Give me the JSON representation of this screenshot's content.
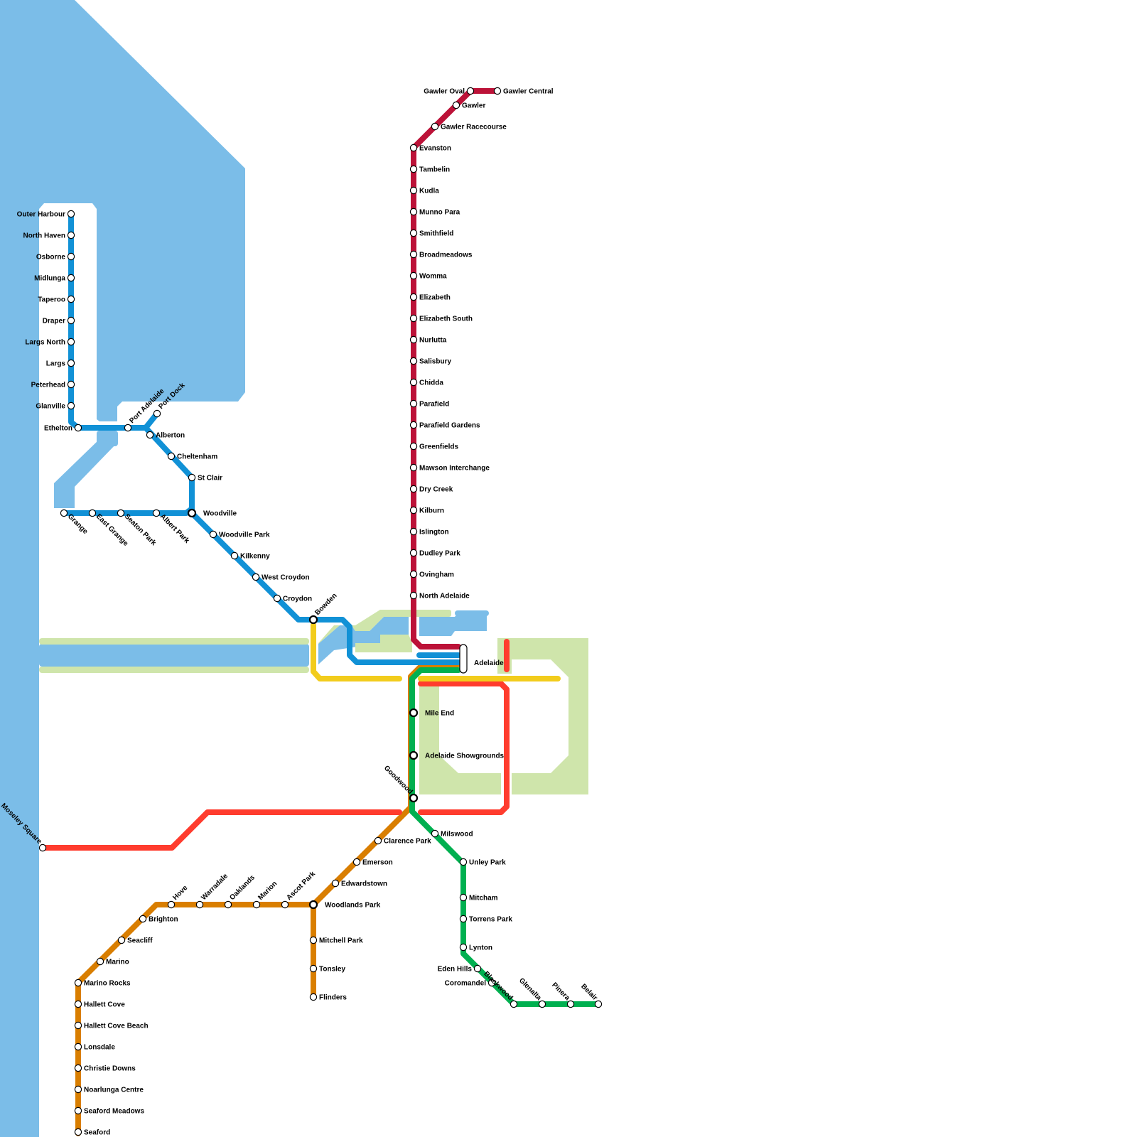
{
  "colors": {
    "water": "#7bbde8",
    "parkland": "#cfe5ab",
    "outer_harbor_grange_line": "#1191d6",
    "gawler_line": "#bc1238",
    "seaford_flinders_line": "#d97e00",
    "belair_line": "#00b050",
    "tram_glenelg": "#ff3c2e",
    "tram_city": "#f2cc1c"
  },
  "stations": {
    "gawler_central": "Gawler Central",
    "gawler_oval": "Gawler Oval",
    "gawler": "Gawler",
    "gawler_racecourse": "Gawler Racecourse",
    "evanston": "Evanston",
    "tambelin": "Tambelin",
    "kudla": "Kudla",
    "munno_para": "Munno Para",
    "smithfield": "Smithfield",
    "broadmeadows": "Broadmeadows",
    "womma": "Womma",
    "elizabeth": "Elizabeth",
    "elizabeth_south": "Elizabeth South",
    "nurlutta": "Nurlutta",
    "salisbury": "Salisbury",
    "chidda": "Chidda",
    "parafield": "Parafield",
    "parafield_gardens": "Parafield Gardens",
    "greenfields": "Greenfields",
    "mawson_interchange": "Mawson Interchange",
    "dry_creek": "Dry Creek",
    "kilburn": "Kilburn",
    "islington": "Islington",
    "dudley_park": "Dudley Park",
    "ovingham": "Ovingham",
    "north_adelaide": "North Adelaide",
    "adelaide": "Adelaide",
    "outer_harbour": "Outer Harbour",
    "north_haven": "North Haven",
    "osborne": "Osborne",
    "midlunga": "Midlunga",
    "taperoo": "Taperoo",
    "draper": "Draper",
    "largs_north": "Largs North",
    "largs": "Largs",
    "peterhead": "Peterhead",
    "glanville": "Glanville",
    "ethelton": "Ethelton",
    "port_adelaide": "Port Adelaide",
    "port_dock": "Port Dock",
    "alberton": "Alberton",
    "cheltenham": "Cheltenham",
    "st_clair": "St Clair",
    "woodville": "Woodville",
    "grange": "Grange",
    "east_grange": "East Grange",
    "seaton_park": "Seaton Park",
    "albert_park": "Albert Park",
    "woodville_park": "Woodville Park",
    "kilkenny": "Kilkenny",
    "west_croydon": "West Croydon",
    "croydon": "Croydon",
    "bowden": "Bowden",
    "mile_end": "Mile End",
    "adelaide_showgrounds": "Adelaide Showgrounds",
    "goodwood": "Goodwood",
    "moseley_square": "Moseley Square",
    "milswood": "Milswood",
    "clarence_park": "Clarence Park",
    "emerson": "Emerson",
    "edwardstown": "Edwardstown",
    "woodlands_park": "Woodlands Park",
    "ascot_park": "Ascot Park",
    "marion": "Marion",
    "oaklands": "Oaklands",
    "warradale": "Warradale",
    "hove": "Hove",
    "brighton": "Brighton",
    "seacliff": "Seacliff",
    "marino": "Marino",
    "marino_rocks": "Marino Rocks",
    "hallett_cove": "Hallett Cove",
    "hallett_cove_beach": "Hallett Cove Beach",
    "lonsdale": "Lonsdale",
    "christie_downs": "Christie Downs",
    "noarlunga_centre": "Noarlunga Centre",
    "seaford_meadows": "Seaford Meadows",
    "seaford": "Seaford",
    "mitchell_park": "Mitchell Park",
    "tonsley": "Tonsley",
    "flinders": "Flinders",
    "unley_park": "Unley Park",
    "mitcham": "Mitcham",
    "torrens_park": "Torrens Park",
    "lynton": "Lynton",
    "eden_hills": "Eden Hills",
    "coromandel": "Coromandel",
    "blackwood": "Blackwood",
    "glenalta": "Glenalta",
    "pinera": "Pinera",
    "belair": "Belair"
  }
}
